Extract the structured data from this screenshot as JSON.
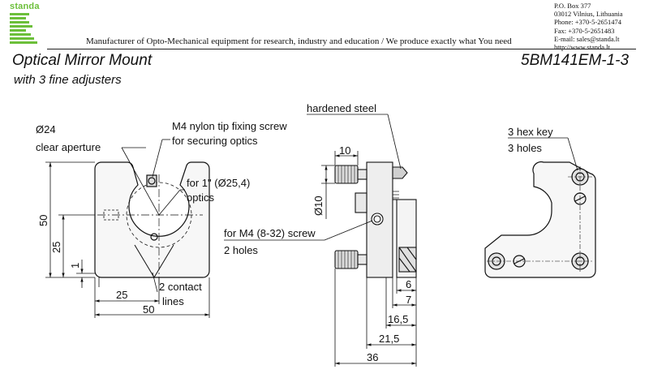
{
  "header": {
    "logo_text": "standa",
    "tagline": "Manufacturer of Opto-Mechanical equipment for research, industry and education / We produce exactly what You need",
    "contact": [
      "P.O. Box 377",
      "03012 Vilnius, Lithuania",
      "Phone: +370-5-2651474",
      "Fax: +370-5-2651483",
      "E-mail: sales@standa.lt",
      "http://www.standa.lt"
    ],
    "brand_color": "#6cbf3a"
  },
  "product": {
    "title": "Optical Mirror Mount",
    "subtitle": "with 3 fine adjusters",
    "part_number": "5BM141EM-1-3"
  },
  "front_view": {
    "labels": {
      "aperture_dia": "Ø24",
      "clear_aperture": "clear aperture",
      "screw_line1": "M4 nylon tip fixing screw",
      "screw_line2": "for securing optics",
      "optics_line1": "for 1\" (Ø25,4)",
      "optics_line2": "optics",
      "contact_line1": "2 contact",
      "contact_line2": "lines"
    },
    "dimensions": {
      "height": "50",
      "center_height": "25",
      "offset": "1",
      "center_width": "25",
      "width": "50"
    }
  },
  "side_view": {
    "labels": {
      "hardened_steel": "hardened steel",
      "screw_hole_line1": "for M4 (8-32) screw",
      "screw_hole_line2": "2 holes"
    },
    "dimensions": {
      "knob_width": "10",
      "knob_dia": "Ø10",
      "d6": "6",
      "d7": "7",
      "d16_5": "16,5",
      "d21_5": "21,5",
      "d36": "36"
    }
  },
  "rear_view": {
    "labels": {
      "hex_key": "3 hex key",
      "holes": "3 holes"
    }
  }
}
